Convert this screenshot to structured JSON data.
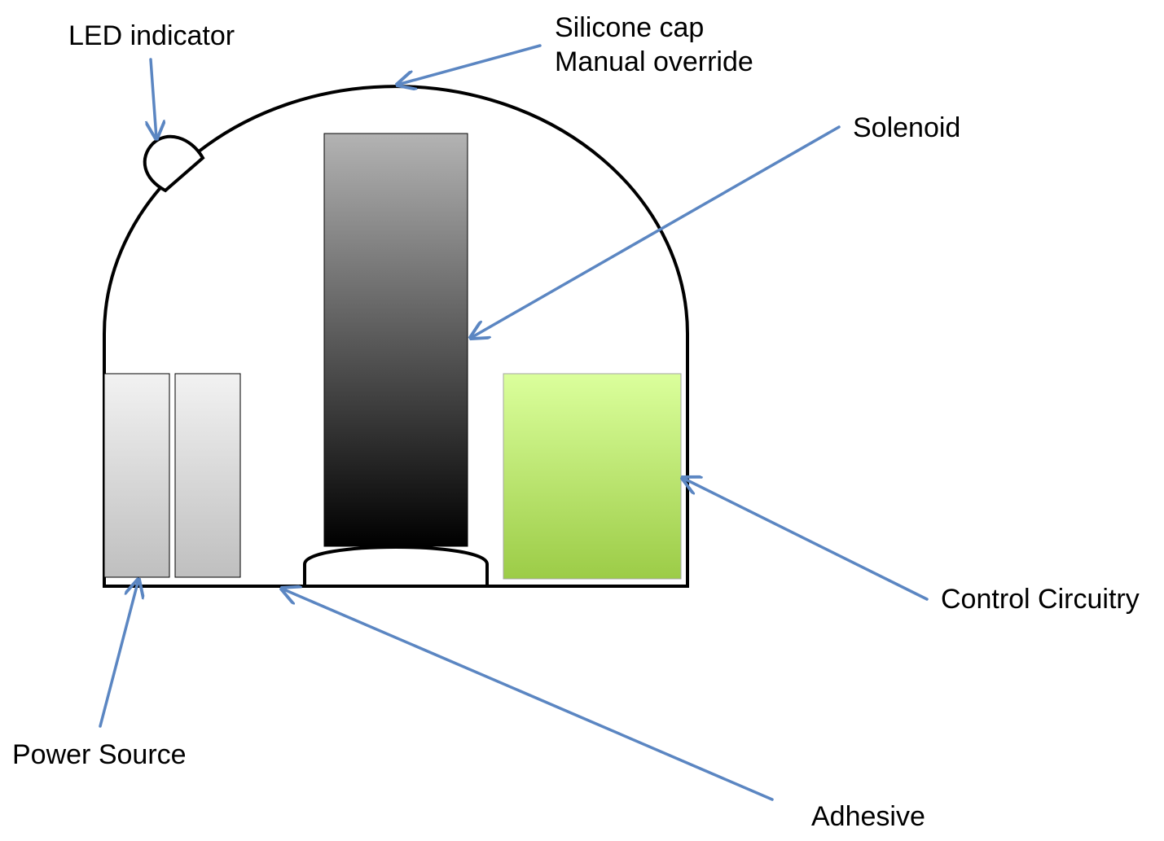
{
  "labels": {
    "led": "LED indicator",
    "cap_line1": "Silicone cap",
    "cap_line2": "Manual override",
    "solenoid": "Solenoid",
    "control": "Control Circuitry",
    "power": "Power Source",
    "adhesive": "Adhesive"
  },
  "colors": {
    "arrow": "#5b86c2",
    "outline": "#000000",
    "battery_top": "#f2f2f2",
    "battery_bottom": "#bfbfbf",
    "solenoid_top": "#b3b3b3",
    "solenoid_bottom": "#000000",
    "circuit_top": "#dbff9c",
    "circuit_bottom": "#9ccc47"
  }
}
